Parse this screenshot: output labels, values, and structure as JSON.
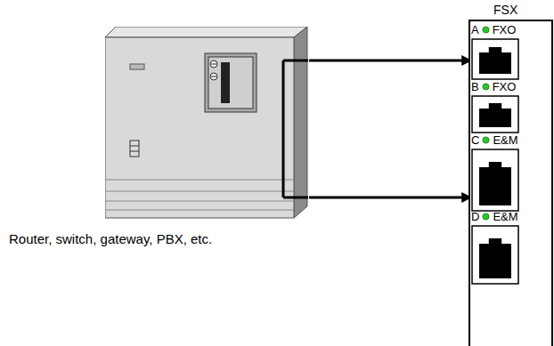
{
  "diagram": {
    "nodes": [
      {
        "text": [
          "Router, switch, gateway, PBX, etc."
        ]
      },
      {
        "text": [
          "FSX"
        ]
      },
      {
        "text": [
          "A",
          "FXO"
        ],
        "in": 1
      },
      {
        "text": [
          "B",
          "FXO"
        ],
        "in": 1
      },
      {
        "text": [
          "C",
          "E&M"
        ],
        "in": 1
      },
      {
        "text": [
          "D",
          "E&M"
        ],
        "in": 1
      }
    ],
    "edges": [
      {
        "from": 0,
        "to": 2,
        "arrow": "to"
      },
      {
        "from": 0,
        "to": 4,
        "arrow": "to"
      }
    ]
  }
}
